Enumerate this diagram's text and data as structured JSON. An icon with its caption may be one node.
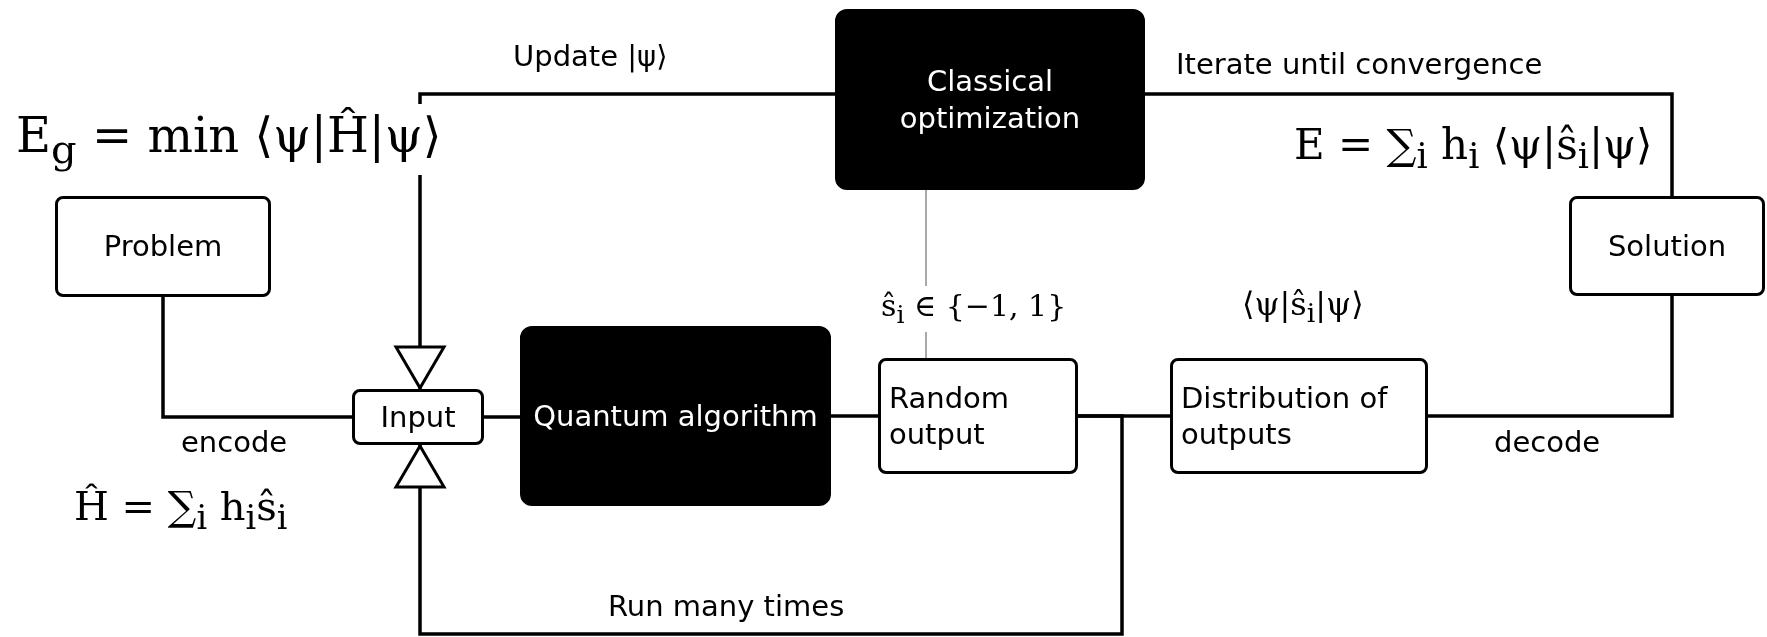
{
  "diagram": {
    "nodes": [
      {
        "text": [
          "Problem"
        ]
      },
      {
        "text": [
          "Input"
        ]
      },
      {
        "text": [
          "Quantum algorithm"
        ]
      },
      {
        "text": [
          "Classical optimization"
        ]
      },
      {
        "text": [
          "Random output"
        ]
      },
      {
        "text": [
          "Distribution of outputs"
        ]
      },
      {
        "text": [
          "Solution"
        ]
      }
    ],
    "edges": [
      {
        "from": 0,
        "to": 1,
        "arrow": "none",
        "label": "encode"
      },
      {
        "from": 1,
        "to": 2,
        "arrow": "none"
      },
      {
        "from": 2,
        "to": 4,
        "arrow": "none"
      },
      {
        "from": 4,
        "to": 5,
        "arrow": "none"
      },
      {
        "from": 4,
        "to": 1,
        "arrow": "to",
        "label": "Run many times"
      },
      {
        "from": 5,
        "to": 6,
        "arrow": "none",
        "label": "decode"
      },
      {
        "from": 6,
        "to": 3,
        "arrow": "none",
        "label": "Iterate until convergence"
      },
      {
        "from": 3,
        "to": 1,
        "arrow": "to",
        "label": "Update |ψ⟩"
      },
      {
        "from": 3,
        "to": 4,
        "arrow": "none",
        "label": "ŝ$_{i}$ ∈ {−1, 1}",
        "color": "#8c8c8c"
      }
    ],
    "labels": [
      "E$_{g}$ = min ⟨ψ|Ĥ|ψ⟩",
      "E = ∑$_{i}$ h$_{i}$ ⟨ψ|ŝ$_{i}$|ψ⟩",
      "⟨ψ|ŝ$_{i}$|ψ⟩",
      "Ĥ = ∑$_{i}$ h$_{i}$ŝ$_{i}$"
    ]
  }
}
